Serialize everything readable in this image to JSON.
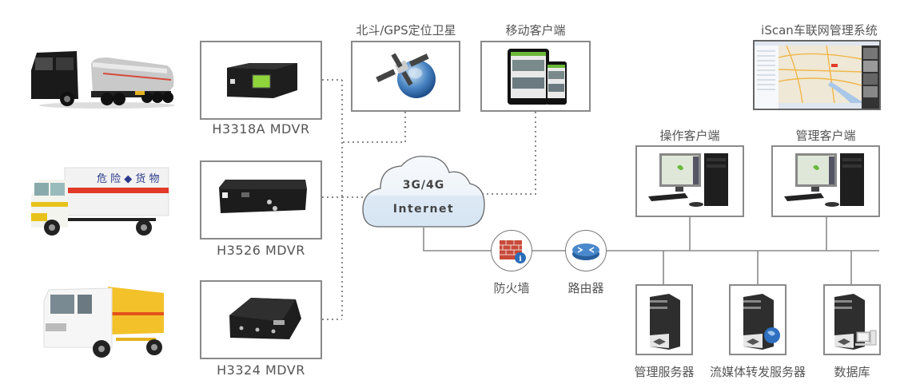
{
  "vehicles": [
    {
      "name": "tanker-truck",
      "sign_text": ""
    },
    {
      "name": "hazmat-white-truck",
      "sign_text": "危 险 ◆ 货 物"
    },
    {
      "name": "hazmat-yellow-truck",
      "sign_text": ""
    }
  ],
  "mdvr_devices": [
    {
      "label": "H3318A MDVR"
    },
    {
      "label": "H3526 MDVR"
    },
    {
      "label": "H3324 MDVR"
    }
  ],
  "satellite": {
    "label": "北斗/GPS定位卫星"
  },
  "mobile_client": {
    "label": "移动客户端"
  },
  "platform": {
    "label": "iScan车联网管理系统"
  },
  "cloud": {
    "line1": "3G/4G",
    "line2": "Internet"
  },
  "firewall": {
    "label": "防火墙"
  },
  "router": {
    "label": "路由器"
  },
  "clients": [
    {
      "label": "操作客户端"
    },
    {
      "label": "管理客户端"
    }
  ],
  "servers": [
    {
      "label": "管理服务器"
    },
    {
      "label": "流媒体转发服务器"
    },
    {
      "label": "数据库"
    }
  ],
  "colors": {
    "box_border": "#8a8a8a",
    "line": "#8a8a8a",
    "cloud_fill_top": "#f4f8fc",
    "cloud_fill_bottom": "#dce8f4",
    "text": "#555555",
    "firewall_brick": "#c84a3a",
    "router_blue": "#3a78c0",
    "screen_green": "#8fd43a"
  }
}
